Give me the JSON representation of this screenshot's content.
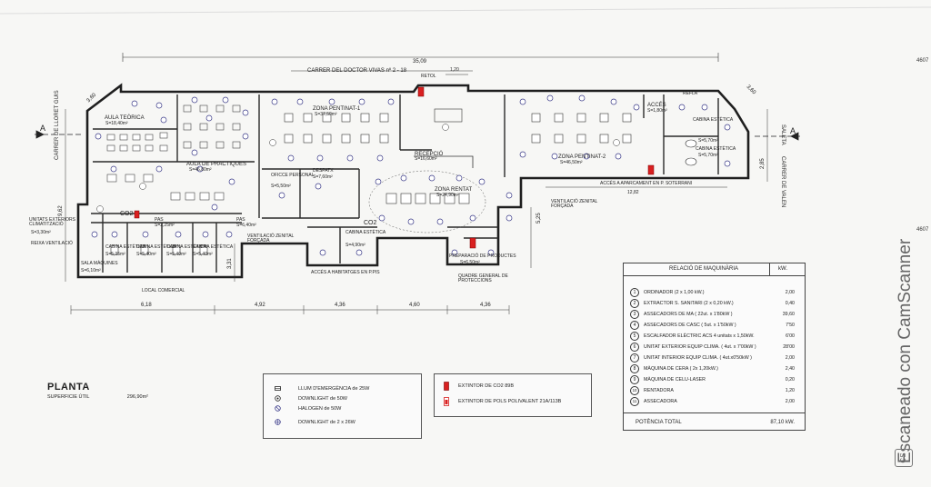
{
  "street_top": "CARRER DEL DOCTOR VIVAS nº 2 - 18",
  "street_left": "CARRER DE LLORET GUIS",
  "street_right": "CARRER DE VALEN",
  "saleta": "SALETA",
  "dims": {
    "total_width": "35,09",
    "retol": "RETOL",
    "retol_w": "1,20",
    "left_corner": "3,60",
    "right_corner": "3,60",
    "left_height": "9,62",
    "right_height": "2,85",
    "aparcament_width": "12,82",
    "bottom": [
      "6,18",
      "4,92",
      "4,36",
      "4,60",
      "4,36"
    ],
    "mid_vertical": "3,31",
    "right_vertical": "5,25"
  },
  "section_marker": "A",
  "margin_numbers": [
    "4607",
    "4607"
  ],
  "rooms": {
    "aula_teorica": "AULA TEÒRICA",
    "aula_teorica_s": "S=18,40m²",
    "aula_practiques": "AULA DE PRACTIQUES",
    "aula_practiques_s": "S=46,80m²",
    "zona_pentinat1": "ZONA PENTINAT-1",
    "zona_pentinat1_s": "S=37,50m²",
    "recepcio": "RECEPCIÓ",
    "recepcio_s": "S=16,60m²",
    "zona_pentinat2": "ZONA PENTINAT-2",
    "zona_pentinat2_s": "S=46,50m²",
    "acces": "ACCÉS",
    "acces_s": "S=1,80m²",
    "cabina_estetica": "CABINA ESTÈTICA",
    "cabina_estetica_s1": "S=5,70m²",
    "cabina_estetica_s2": "S=5,70m²",
    "refla": "REFLA",
    "ofice_personal": "OFICCE PERSONAL",
    "ofice_personal_s": "S=5,50m²",
    "despatx": "DESPATX",
    "despatx_s": "S=7,60m²",
    "zona_rentat": "ZONA RENTAT",
    "zona_rentat_s": "S=24,90m²",
    "cabina_estetica_small": "CABINA ESTÈTICA",
    "cabina_estetica_small_s": "S=4,90m²",
    "preparacio": "PREPARACIÓ DE PRODUCTES",
    "preparacio_s": "S=6,50m²",
    "quadre": "QUADRE GENERAL DE PROTECCIONS",
    "unitats_ext": "UNITATS EXTERIORS CLIMATITZACIÓ",
    "unitats_ext_s": "S=3,30m²",
    "reixa": "REIXA VENTILACIÓ",
    "sala_maquines": "SALA MÀQUINES",
    "sala_maquines_s": "S=6,10m²",
    "pas1": "PAS",
    "pas1_s": "S=2,25m²",
    "pas2": "PAS",
    "pas2_s": "S=6,40m²",
    "cabines": [
      "CABINA ESTÈTICA",
      "CABINA ESTÈTICA",
      "CABINA ESTÈTICA",
      "CABINA ESTÈTICA"
    ],
    "cabines_s": [
      "S=5,35m²",
      "S=5,40m²",
      "S=5,40m²",
      "S=5,40m²"
    ],
    "ventilacio1": "VENTILACIÓ ZENITAL FORÇADA",
    "ventilacio2": "VENTILACIÓ ZENITAL FORÇADA",
    "acces_habitatges": "ACCÉS A HABITATGES EN P.PIS",
    "acces_aparcament": "ACCÉS A APARCAMENT EN P. SOTERRANI",
    "local_comercial": "LOCAL COMERCIAL",
    "co2_a": "CO2",
    "co2_b": "CO2"
  },
  "plan_title": "PLANTA",
  "superficie_label": "SUPERFICIE ÚTIL",
  "superficie_value": "296,90m²",
  "legend1": [
    {
      "icon": "emergency-light-icon",
      "label": "LLUM D'EMERGÈNCIA de 25W"
    },
    {
      "icon": "downlight-icon",
      "label": "DOWNLIGHT de 50W"
    },
    {
      "icon": "halogen-icon",
      "label": "HALOGEN de 50W"
    },
    {
      "icon": "downlight-double-icon",
      "label": "DOWNLIGHT de 2 x 26W"
    }
  ],
  "legend2": [
    {
      "icon": "co2-extinguisher-icon",
      "label": "EXTINTOR DE CO2 89B",
      "color": "#d92020"
    },
    {
      "icon": "powder-extinguisher-icon",
      "label": "EXTINTOR DE POLS POLIVALENT 21A/113B",
      "color": "#d92020"
    }
  ],
  "machinery": {
    "title": "RELACIÓ DE MAQUINÀRIA",
    "unit": "kW.",
    "rows": [
      {
        "n": "1",
        "label": "ORDINADOR  (2 x 1,00 kW.)",
        "value": "2,00"
      },
      {
        "n": "2",
        "label": "EXTRACTOR S. SANITARI  (2 x 0,20 kW.)",
        "value": "0,40"
      },
      {
        "n": "3",
        "label": "ASSECADORS DE MA ( 22ut. x 1'80kW )",
        "value": "39,60"
      },
      {
        "n": "4",
        "label": "ASSECADORS DE CASC ( 5ut. x 1'50kW )",
        "value": "7'50"
      },
      {
        "n": "5",
        "label": "ESCALFADOR ELÈCTRIC ACS  4 unitats x 1,50kW.",
        "value": "6'00"
      },
      {
        "n": "6",
        "label": "UNITAT EXTERIOR EQUIP CLIMA. ( 4ut. x 7'00kW )",
        "value": "28'00"
      },
      {
        "n": "7",
        "label": "UNITAT INTERIOR EQUIP CLIMA. ( 4ut.x0'50kW )",
        "value": "2,00"
      },
      {
        "n": "8",
        "label": "MÀQUINA DE CERA  ( 2x 1,20kW.)",
        "value": "2,40"
      },
      {
        "n": "9",
        "label": "MÀQUINA DE CELU-LASER",
        "value": "0,20"
      },
      {
        "n": "10",
        "label": "RENTADORA",
        "value": "1,20"
      },
      {
        "n": "11",
        "label": "ASSECADORA",
        "value": "2,00"
      }
    ],
    "total_label": "POTÈNCIA TOTAL",
    "total_value": "87,10 kW."
  },
  "scanner_watermark": "Escaneado con CamScanner",
  "scanner_logo": "CS",
  "colors": {
    "line": "#2a2a2a",
    "extinguisher": "#d92020",
    "light": "#3a3a88"
  }
}
